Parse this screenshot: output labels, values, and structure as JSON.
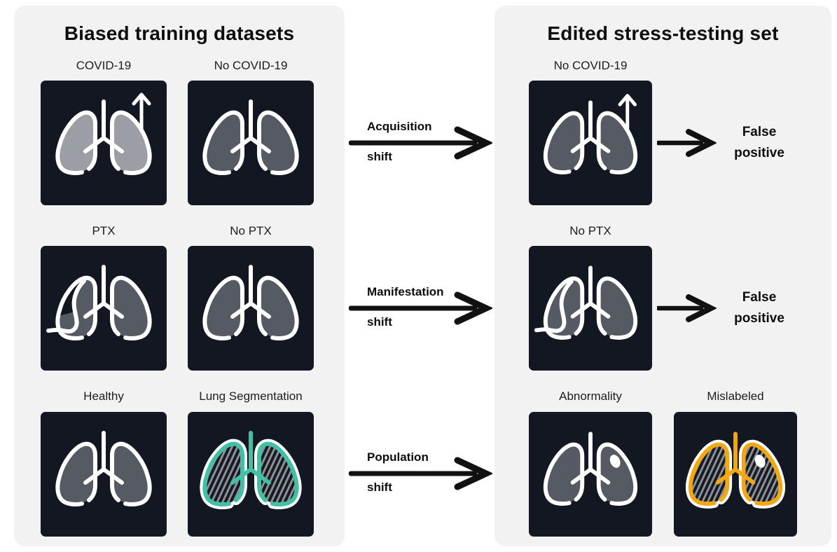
{
  "colors": {
    "page_bg": "#ffffff",
    "panel_bg": "#f2f2f2",
    "tile_bg": "#131722",
    "lung_fill": "#565b63",
    "lung_fill_light": "#9b9ea4",
    "outline_white": "#ffffff",
    "teal": "#41c0a6",
    "amber": "#f3a712",
    "hatch_bg": "#161a22",
    "hatch_stripe": "#8d9196",
    "arrow_black": "#111111"
  },
  "left_panel": {
    "title": "Biased training datasets",
    "rows": [
      {
        "tiles": [
          {
            "label": "COVID-19",
            "variant": "lungs-light-arrow"
          },
          {
            "label": "No COVID-19",
            "variant": "lungs"
          }
        ]
      },
      {
        "tiles": [
          {
            "label": "PTX",
            "variant": "lungs-ptx"
          },
          {
            "label": "No PTX",
            "variant": "lungs"
          }
        ]
      },
      {
        "tiles": [
          {
            "label": "Healthy",
            "variant": "lungs"
          },
          {
            "label": "Lung Segmentation",
            "variant": "lungs-seg-teal"
          }
        ]
      }
    ]
  },
  "shifts": [
    {
      "line1": "Acquisition",
      "line2": "shift"
    },
    {
      "line1": "Manifestation",
      "line2": "shift"
    },
    {
      "line1": "Population",
      "line2": "shift"
    }
  ],
  "right_panel": {
    "title": "Edited stress-testing set",
    "rows": [
      {
        "tiles": [
          {
            "label": "No COVID-19",
            "variant": "lungs-arrow"
          }
        ],
        "outcome": "False positive"
      },
      {
        "tiles": [
          {
            "label": "No PTX",
            "variant": "lungs-ptx-filled"
          }
        ],
        "outcome": "False positive"
      },
      {
        "tiles": [
          {
            "label": "Abnormality",
            "variant": "lungs-nodule"
          },
          {
            "label": "Mislabeled",
            "variant": "lungs-seg-amber-nodule"
          }
        ]
      }
    ]
  }
}
